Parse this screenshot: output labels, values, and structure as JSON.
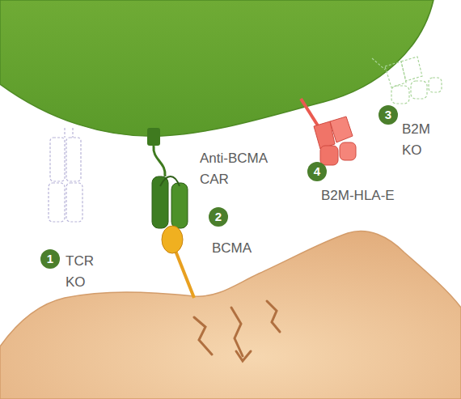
{
  "diagram": {
    "labels": [
      "Anti-BCMA CAR",
      "1",
      "TCR KO",
      "2",
      "BCMA",
      "3",
      "B2M KO",
      "4",
      "B2M-HLA-E"
    ]
  }
}
